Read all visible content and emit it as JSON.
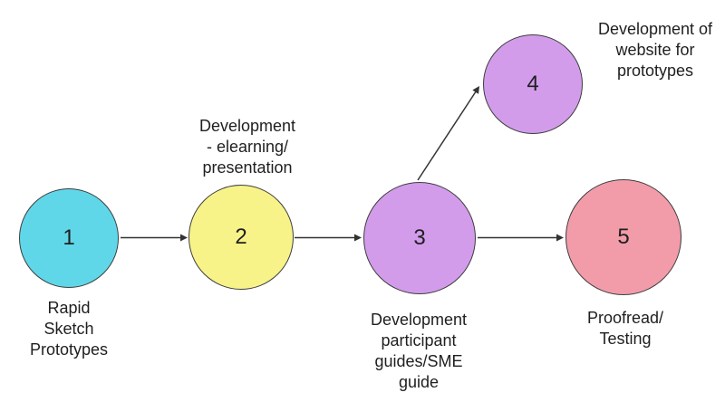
{
  "page": {
    "background": "#ffffff"
  },
  "diagram": {
    "type": "flowchart",
    "stroke_color": "#333333",
    "node_border_color": "#3e3e3e",
    "text_color": "#1f1f1f",
    "nodes": [
      {
        "number": "1",
        "label": "Rapid\nSketch\nPrototypes",
        "fill": "#5fd7e9",
        "label_position": "below"
      },
      {
        "number": "2",
        "label": "Development\n- elearning/\npresentation",
        "fill": "#f7f388",
        "label_position": "above"
      },
      {
        "number": "3",
        "label": "Development\nparticipant\nguides/SME\nguide",
        "fill": "#d29ceb",
        "label_position": "below"
      },
      {
        "number": "4",
        "label": "Development of\nwebsite for\nprototypes",
        "fill": "#d29ceb",
        "label_position": "right"
      },
      {
        "number": "5",
        "label": "Proofread/\nTesting",
        "fill": "#f29ca9",
        "label_position": "below"
      }
    ],
    "edges": [
      {
        "from": "1",
        "to": "2"
      },
      {
        "from": "2",
        "to": "3"
      },
      {
        "from": "3",
        "to": "4"
      },
      {
        "from": "3",
        "to": "5"
      }
    ]
  }
}
